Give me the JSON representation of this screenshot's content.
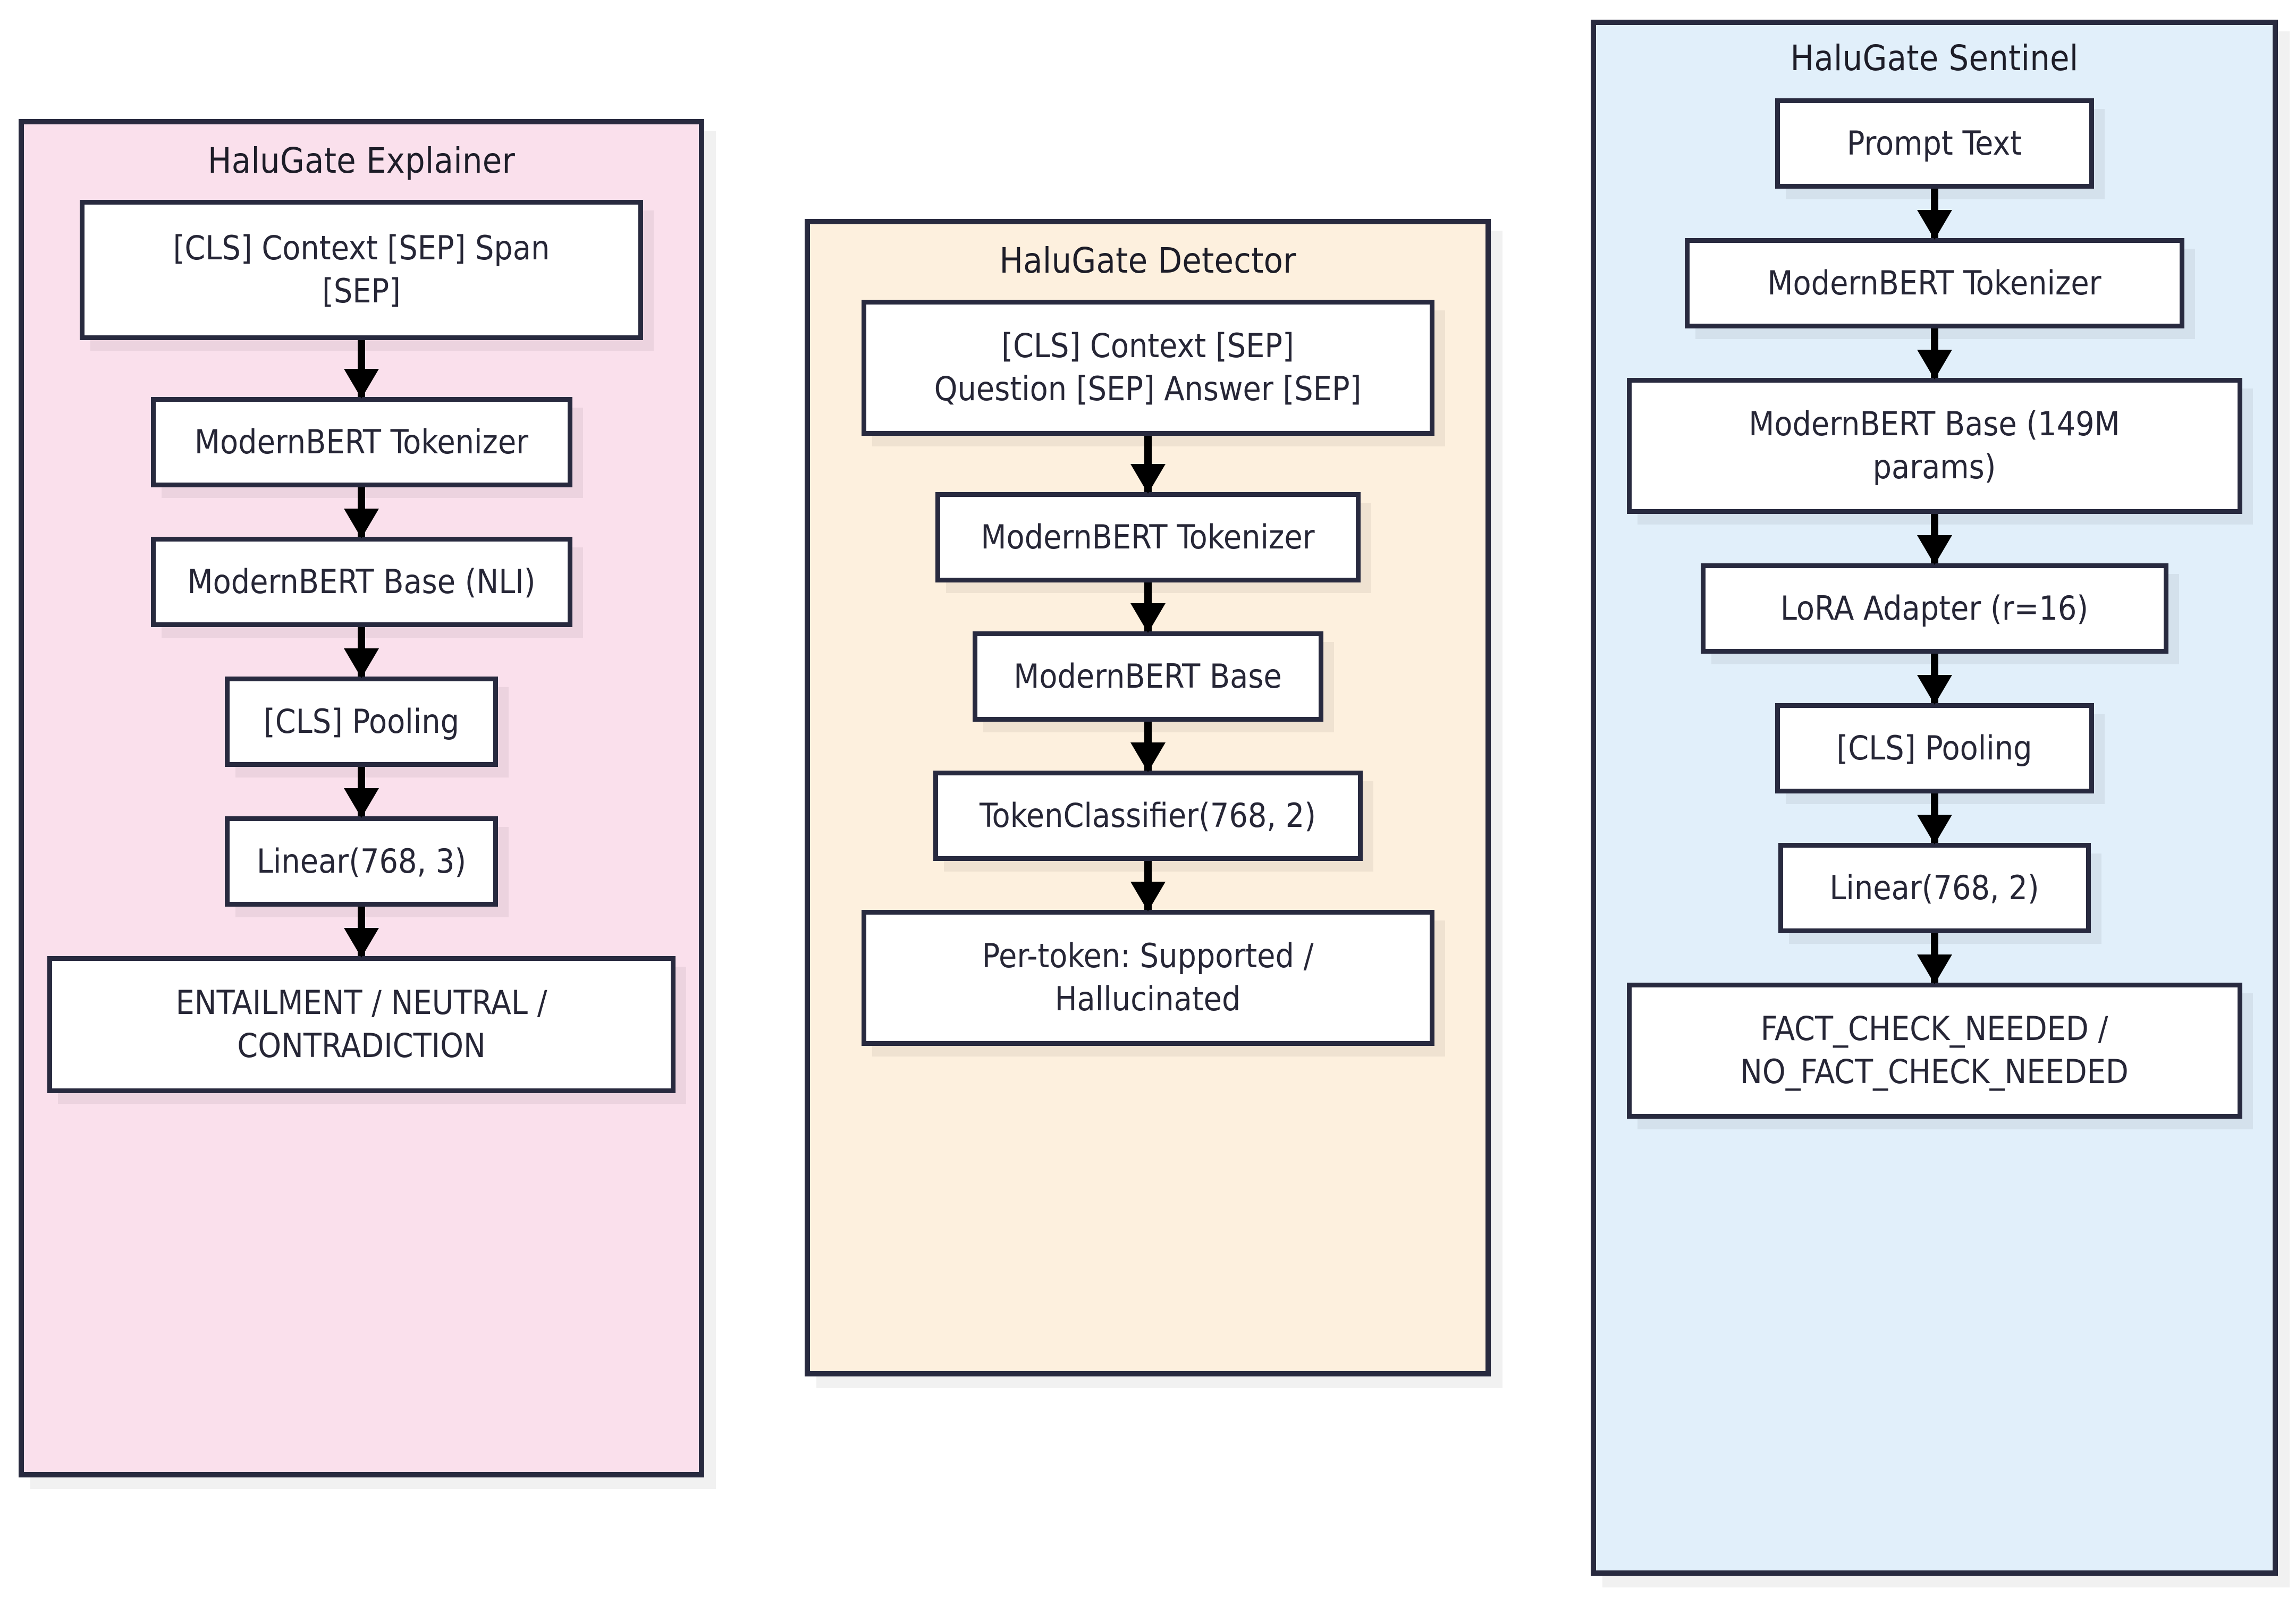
{
  "diagram": {
    "type": "flowchart",
    "orientation": "top-down",
    "background": "#ffffff",
    "border_color": "#282a3f",
    "node_fill": "#ffffff",
    "panels": [
      {
        "id": "explainer",
        "title": "HaluGate Explainer",
        "fill": "#fae0ec",
        "nodes": [
          "[CLS] Context [SEP] Span\n[SEP]",
          "ModernBERT Tokenizer",
          "ModernBERT Base (NLI)",
          "[CLS] Pooling",
          "Linear(768, 3)",
          "ENTAILMENT / NEUTRAL /\nCONTRADICTION"
        ]
      },
      {
        "id": "detector",
        "title": "HaluGate Detector",
        "fill": "#fdf0de",
        "nodes": [
          "[CLS] Context [SEP]\nQuestion [SEP] Answer [SEP]",
          "ModernBERT Tokenizer",
          "ModernBERT Base",
          "TokenClassifier(768, 2)",
          "Per-token: Supported /\nHallucinated"
        ]
      },
      {
        "id": "sentinel",
        "title": "HaluGate Sentinel",
        "fill": "#e1effa",
        "nodes": [
          "Prompt Text",
          "ModernBERT Tokenizer",
          "ModernBERT Base (149M\nparams)",
          "LoRA Adapter (r=16)",
          "[CLS] Pooling",
          "Linear(768, 2)",
          "FACT_CHECK_NEEDED /\nNO_FACT_CHECK_NEEDED"
        ]
      }
    ]
  }
}
